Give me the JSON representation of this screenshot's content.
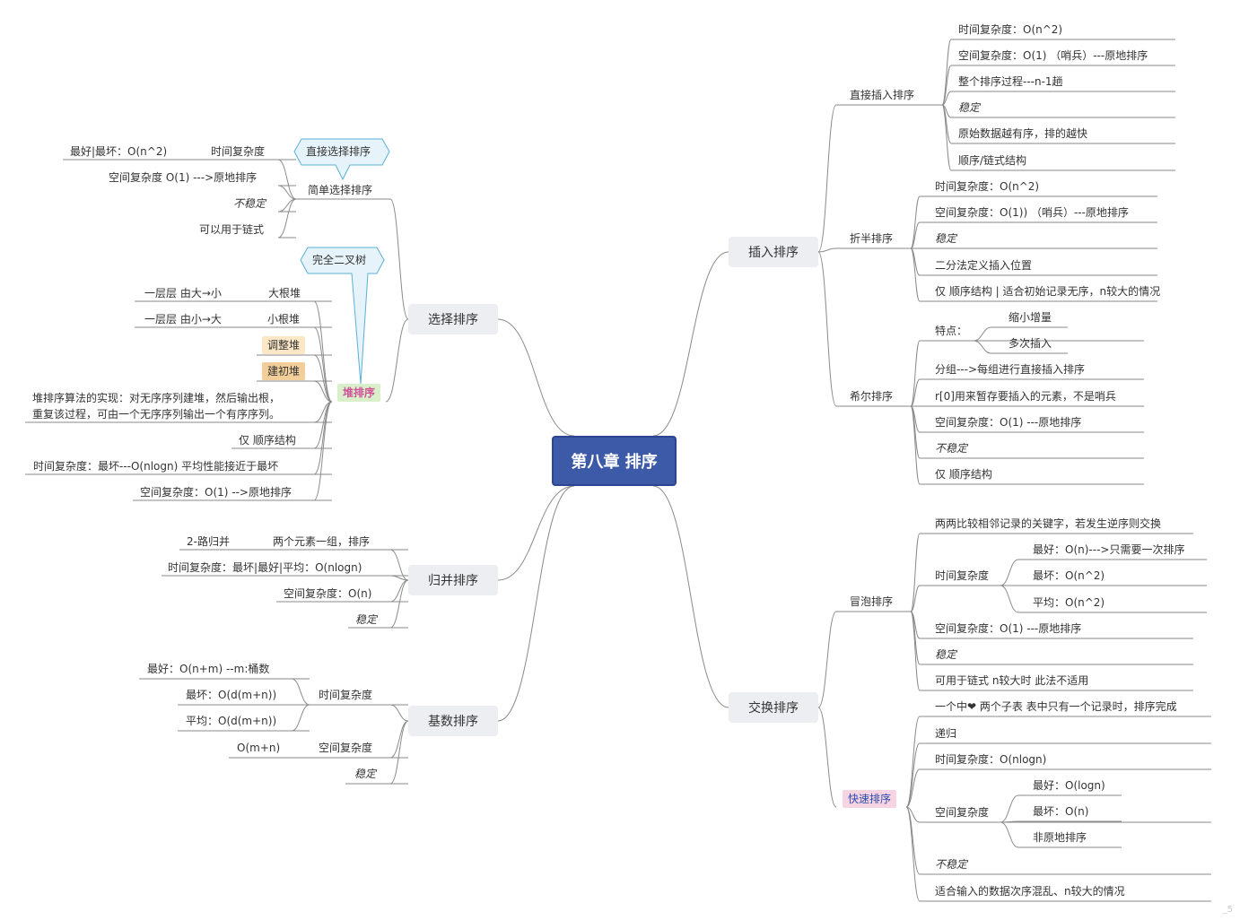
{
  "root": "第八章 排序",
  "callouts": {
    "direct_select": "直接选择排序",
    "complete_tree": "完全二叉树"
  },
  "watermark": "_5",
  "left": {
    "select": {
      "label": "选择排序",
      "simple": {
        "label": "简单选择排序",
        "time": {
          "label": "时间复杂度",
          "detail": "最好|最坏：O(n^2)"
        },
        "space": "空间复杂度 O(1) --->原地排序",
        "unstable": "不稳定",
        "linked": "可以用于链式"
      },
      "heap": {
        "label": "堆排序",
        "big": {
          "label": "大根堆",
          "detail": "一层层 由大→小"
        },
        "small": {
          "label": "小根堆",
          "detail": "一层层 由小→大"
        },
        "adjust": "调整堆",
        "build": "建初堆",
        "impl1": "堆排序算法的实现：对无序序列建堆，然后输出根，",
        "impl2": "重复该过程，可由一个无序序列输出一个有序序列。",
        "seq_only": "仅 顺序结构",
        "time": "时间复杂度：最坏---O(nlogn)  平均性能接近于最坏",
        "space": "空间复杂度：O(1) -->原地排序"
      }
    },
    "merge": {
      "label": "归并排序",
      "two_way": {
        "label": "两个元素一组，排序",
        "detail": "2-路归并"
      },
      "time": "时间复杂度：最坏|最好|平均：O(nlogn)",
      "space": "空间复杂度：O(n)",
      "stable": "稳定"
    },
    "radix": {
      "label": "基数排序",
      "time": {
        "label": "时间复杂度",
        "best": "最好：O(n+m)  --m:桶数",
        "worst": "最坏：O(d(m+n))",
        "avg": "平均：O(d(m+n))"
      },
      "space": {
        "label": "空间复杂度",
        "detail": "O(m+n)"
      },
      "stable": "稳定"
    }
  },
  "right": {
    "insert": {
      "label": "插入排序",
      "direct": {
        "label": "直接插入排序",
        "time": "时间复杂度：O(n^2)",
        "space": "空间复杂度：O(1)  （哨兵）---原地排序",
        "passes": "整个排序过程---n-1趟",
        "stable": "稳定",
        "ordered": "原始数据越有序，排的越快",
        "seq": "顺序/链式结构"
      },
      "binary": {
        "label": "折半排序",
        "time": "时间复杂度：O(n^2)",
        "space": "空间复杂度：O(1))  （哨兵）---原地排序",
        "stable": "稳定",
        "locate": "二分法定义插入位置",
        "seq_only": "仅  顺序结构  |  适合初始记录无序，n较大的情况"
      },
      "shell": {
        "label": "希尔排序",
        "features": {
          "label": "特点：",
          "a": "缩小增量",
          "b": "多次插入"
        },
        "group": "分组--->每组进行直接插入排序",
        "r0": "r[0]用来暂存要插入的元素，不是哨兵",
        "space": "空间复杂度：O(1) ---原地排序",
        "unstable": "不稳定",
        "seq_only": "仅  顺序结构"
      }
    },
    "exchange": {
      "label": "交换排序",
      "bubble": {
        "label": "冒泡排序",
        "compare": "两两比较相邻记录的关键字，若发生逆序则交换",
        "time": {
          "label": "时间复杂度",
          "best": "最好：O(n)--->只需要一次排序",
          "worst": "最坏：O(n^2)",
          "avg": "平均：O(n^2)"
        },
        "space": "空间复杂度：O(1) ---原地排序",
        "stable": "稳定",
        "linked": "可用于链式    n较大时 此法不适用"
      },
      "quick": {
        "label": "快速排序",
        "pivot": "一个中❤  两个子表  表中只有一个记录时，排序完成",
        "recursive": "递归",
        "time": "时间复杂度：O(nlogn)",
        "space": {
          "label": "空间复杂度",
          "best": "最好：O(logn)",
          "worst": "最坏：O(n)",
          "inplace": "非原地排序"
        },
        "unstable": "不稳定",
        "suitable": "适合输入的数据次序混乱、n较大的情况"
      }
    }
  }
}
